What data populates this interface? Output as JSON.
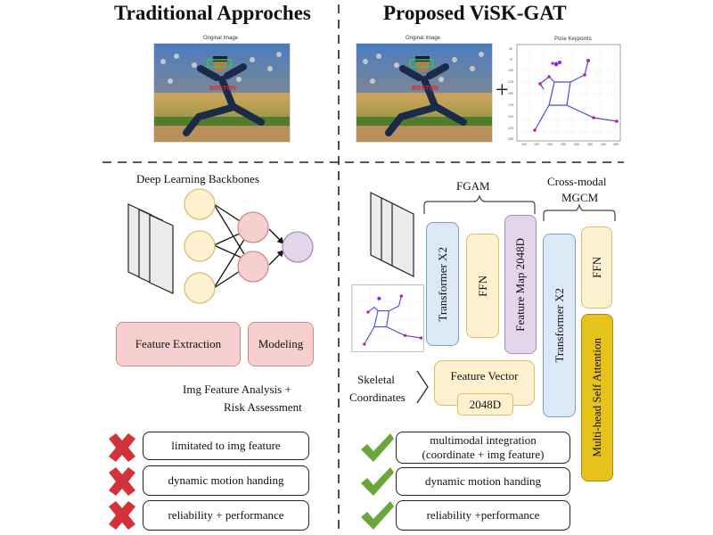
{
  "left": {
    "title": "Traditional Approches",
    "photo_caption": "Original Image",
    "backbone_label": "Deep Learning Backbones",
    "feature_extraction": "Feature Extraction",
    "modeling": "Modeling",
    "analysis_line1": "Img Feature Analysis +",
    "analysis_line2": "Risk Assessment",
    "limitations": [
      "limitated to img feature",
      "dynamic motion handing",
      "reliability + performance"
    ]
  },
  "right": {
    "title": "Proposed ViSK-GAT",
    "photo_caption": "Original Image",
    "plus": "+",
    "keypoints_caption": "Pose Keypoints",
    "fgam_label": "FGAM",
    "mgcm_line1": "Cross-modal",
    "mgcm_line2": "MGCM",
    "transformer1": "Transformer X2",
    "ffn1": "FFN",
    "feature_map": "Feature Map 2048D",
    "transformer2": "Transformer X2",
    "ffn2": "FFN",
    "multihead": "Multi-head Self Attention",
    "feature_vector": "Feature Vector",
    "feature_dim": "2048D",
    "skeletal_line1": "Skeletal",
    "skeletal_line2": "Coordinates",
    "advantages": [
      "multimodal integration (coordinate + img feature)",
      "dynamic motion handing",
      "reliability +performance"
    ]
  },
  "plot_ticks": {
    "x": [
      "100",
      "150",
      "200",
      "250",
      "300",
      "350",
      "400",
      "450"
    ],
    "y": [
      "50",
      "75",
      "100",
      "125",
      "150",
      "175",
      "200",
      "225",
      "250"
    ]
  },
  "colors": {
    "blue_fill": "#dde8f6",
    "blue_stroke": "#7f9ecb",
    "yellow_fill": "#fdf1cf",
    "yellow_stroke": "#d9bf6a",
    "purple_fill": "#e3d6ea",
    "purple_stroke": "#a98bbd",
    "red_fill": "#f6d0cf",
    "red_stroke": "#d38a88",
    "gold_fill": "#e6c21c",
    "gold_stroke": "#a58a10",
    "skeleton": "#4b4cd9",
    "check": "#6aa63a",
    "cross": "#d2333a"
  }
}
